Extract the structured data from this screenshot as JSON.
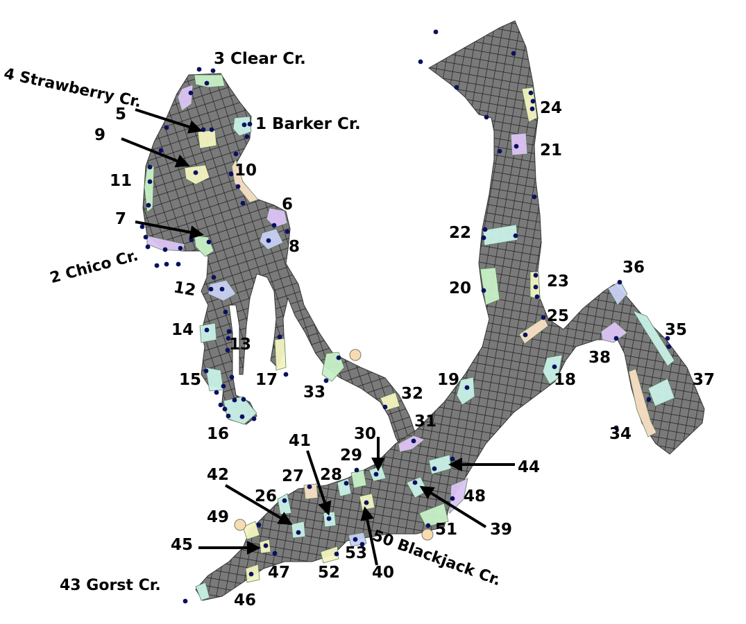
{
  "colors": {
    "grid_fill": "#7a7a7a",
    "grid_line": "#222222",
    "station_dot": "#0a1060",
    "zone_green": "#c8f0c8",
    "zone_cyan": "#c8f0e8",
    "zone_yellow": "#f4f4c0",
    "zone_purple": "#dcc4f4",
    "zone_blue": "#c8d0f4",
    "zone_peach": "#f8e0c4",
    "marker_circle": "#f8dcb0"
  },
  "labels": {
    "s1": "1 Barker Cr.",
    "s2": "2 Chico Cr.",
    "s3": "3 Clear Cr.",
    "s4": "4 Strawberry Cr.",
    "s5": "5",
    "s6": "6",
    "s7": "7",
    "s8": "8",
    "s9": "9",
    "s10": "10",
    "s11": "11",
    "s12": "12",
    "s13": "13",
    "s14": "14",
    "s15": "15",
    "s16": "16",
    "s17": "17",
    "s18": "18",
    "s19": "19",
    "s20": "20",
    "s21": "21",
    "s22": "22",
    "s23": "23",
    "s24": "24",
    "s25": "25",
    "s26": "26",
    "s27": "27",
    "s28": "28",
    "s29": "29",
    "s30": "30",
    "s31": "31",
    "s32": "32",
    "s33": "33",
    "s34": "34",
    "s35": "35",
    "s36": "36",
    "s37": "37",
    "s38": "38",
    "s39": "39",
    "s40": "40",
    "s41": "41",
    "s42": "42",
    "s43": "43 Gorst Cr.",
    "s44": "44",
    "s45": "45",
    "s46": "46",
    "s47": "47",
    "s48": "48",
    "s49": "49",
    "s50": "50 Blackjack Cr.",
    "s51": "51",
    "s52": "52",
    "s53": "53"
  }
}
